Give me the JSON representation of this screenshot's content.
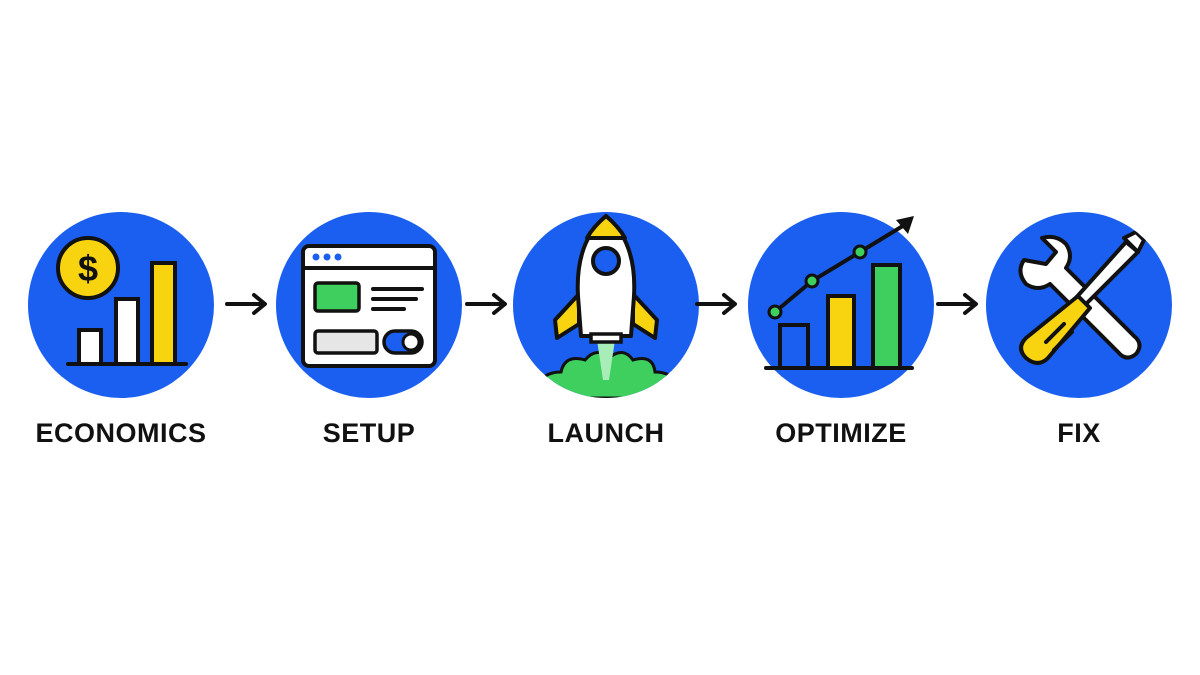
{
  "colors": {
    "circle_blue": "#1a5ff0",
    "accent_yellow": "#f7d40f",
    "accent_green": "#3ecf5e",
    "stroke": "#111111",
    "fill_white": "#ffffff"
  },
  "steps": [
    {
      "label": "ECONOMICS",
      "icon": "dollar-bar-chart-icon"
    },
    {
      "label": "SETUP",
      "icon": "browser-window-icon"
    },
    {
      "label": "LAUNCH",
      "icon": "rocket-icon"
    },
    {
      "label": "OPTIMIZE",
      "icon": "growth-chart-icon"
    },
    {
      "label": "FIX",
      "icon": "wrench-screwdriver-icon"
    }
  ],
  "coin_symbol": "$"
}
